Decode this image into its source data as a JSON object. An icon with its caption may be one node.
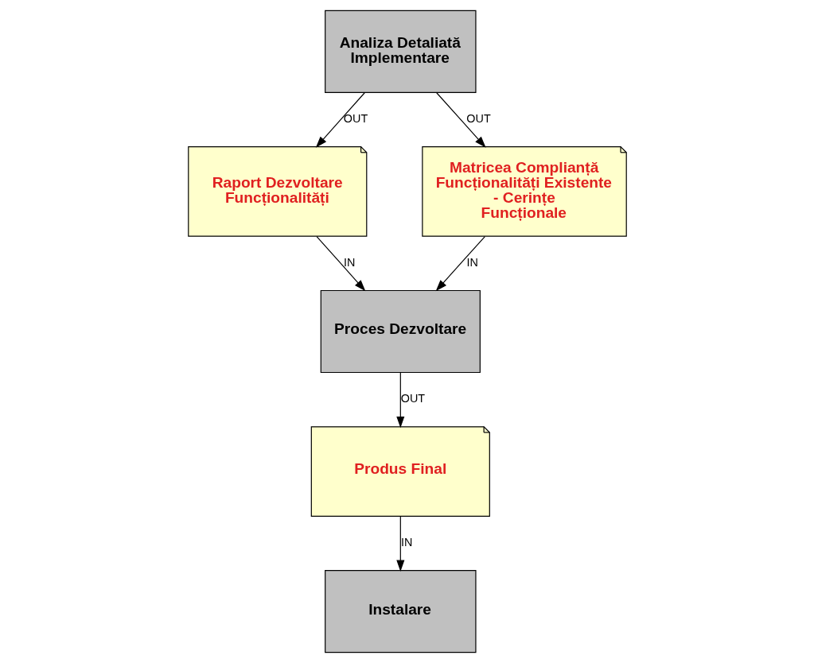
{
  "diagram": {
    "nodes": [
      {
        "text": [
          "Analiza Detaliată Implementare"
        ]
      },
      {
        "text": [
          "Raport Dezvoltare Funcționalități"
        ]
      },
      {
        "text": [
          "Matricea Complianță Funcționalități Existente - Cerințe Funcționale"
        ]
      },
      {
        "text": [
          "Proces Dezvoltare"
        ]
      },
      {
        "text": [
          "Produs Final"
        ]
      },
      {
        "text": [
          "Instalare"
        ]
      }
    ],
    "edges": [
      {
        "from": 0,
        "to": 1,
        "label": "OUT",
        "arrow": "to"
      },
      {
        "from": 0,
        "to": 2,
        "label": "OUT",
        "arrow": "to"
      },
      {
        "from": 1,
        "to": 3,
        "label": "IN",
        "arrow": "to"
      },
      {
        "from": 2,
        "to": 3,
        "label": "IN",
        "arrow": "to"
      },
      {
        "from": 3,
        "to": 4,
        "label": "OUT",
        "arrow": "to"
      },
      {
        "from": 4,
        "to": 5,
        "label": "IN",
        "arrow": "to"
      }
    ]
  }
}
